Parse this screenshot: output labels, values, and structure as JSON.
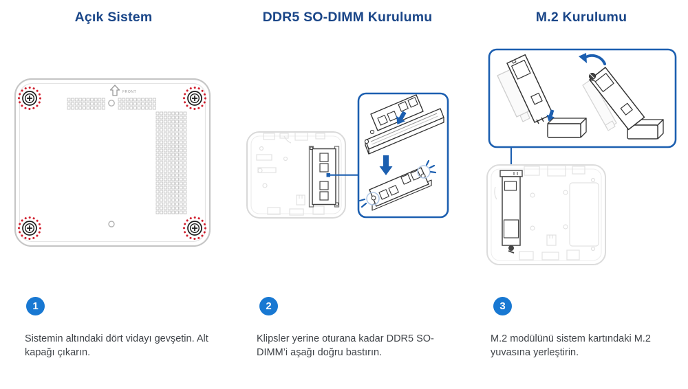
{
  "page": {
    "background": "#ffffff"
  },
  "colors": {
    "title_navy": "#1a4688",
    "callout_blue": "#1c5fb0",
    "badge_blue": "#1878d2",
    "screw_red": "#d01f2e",
    "body_text": "#404449",
    "faint_outline_gray": "#d9d9d9"
  },
  "columns": [
    {
      "id": "open-system",
      "title": "Açık Sistem",
      "step_number": "1",
      "instruction": "Sistemin altındaki dört vidayı gevşetin. Alt kapağı çıkarın."
    },
    {
      "id": "ddr5-so-dimm",
      "title": "DDR5 SO-DIMM Kurulumu",
      "step_number": "2",
      "instruction": "Klipsler yerine oturana kadar DDR5 SO-DIMM’i aşağı doğru bastırın."
    },
    {
      "id": "m2",
      "title": "M.2 Kurulumu",
      "step_number": "3",
      "instruction": "M.2 modülünü sistem kartındaki M.2 yuvasına yerleştirin."
    }
  ],
  "diagrams": {
    "bottom_view": {
      "front_label": "FRONT"
    }
  }
}
